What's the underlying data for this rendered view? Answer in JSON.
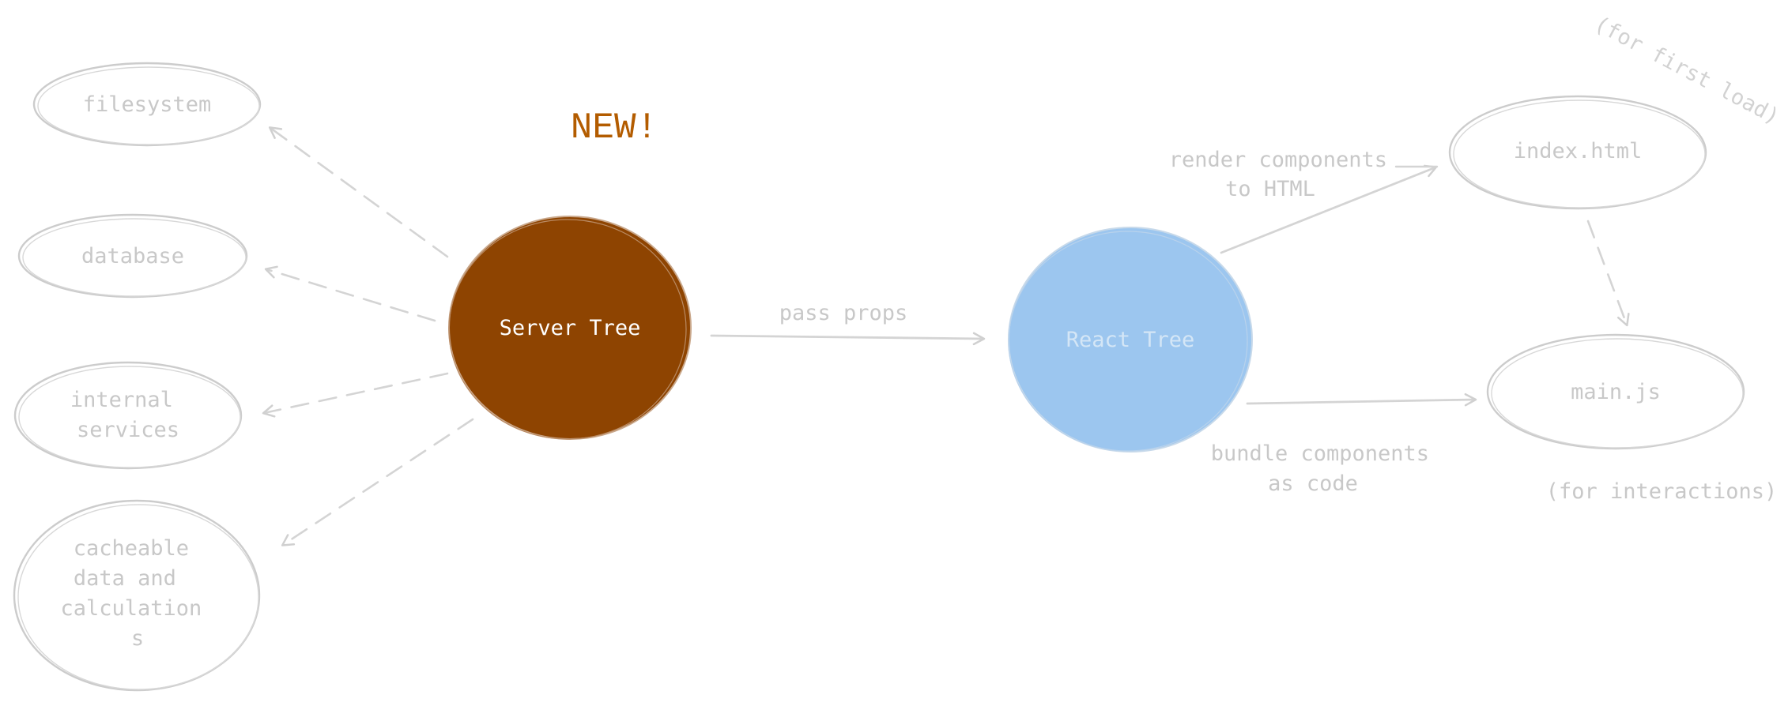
{
  "colors": {
    "server_fill": "#8e4401",
    "react_fill": "#9cc6ef",
    "faded_stroke": "#cccccc",
    "faded_text": "#c8c8c8",
    "new_text": "#b35c00",
    "server_text": "#ffffff",
    "react_text": "#d4e6f6",
    "arrow_stroke": "#d4d4d4"
  },
  "new_badge": "NEW!",
  "nodes": {
    "server_tree": "Server Tree",
    "react_tree": "React Tree",
    "filesystem": "filesystem",
    "database": "database",
    "internal_services": [
      "internal",
      "services"
    ],
    "cacheable": [
      "cacheable",
      "data and",
      "calculation",
      "s"
    ],
    "index_html": "index.html",
    "main_js": "main.js"
  },
  "edges": {
    "pass_props": "pass props",
    "render_components": [
      "render components",
      "to HTML"
    ],
    "bundle_components": [
      "bundle components",
      "as code"
    ]
  },
  "notes": {
    "first_load": "(for first load)",
    "interactions": "(for interactions)"
  }
}
